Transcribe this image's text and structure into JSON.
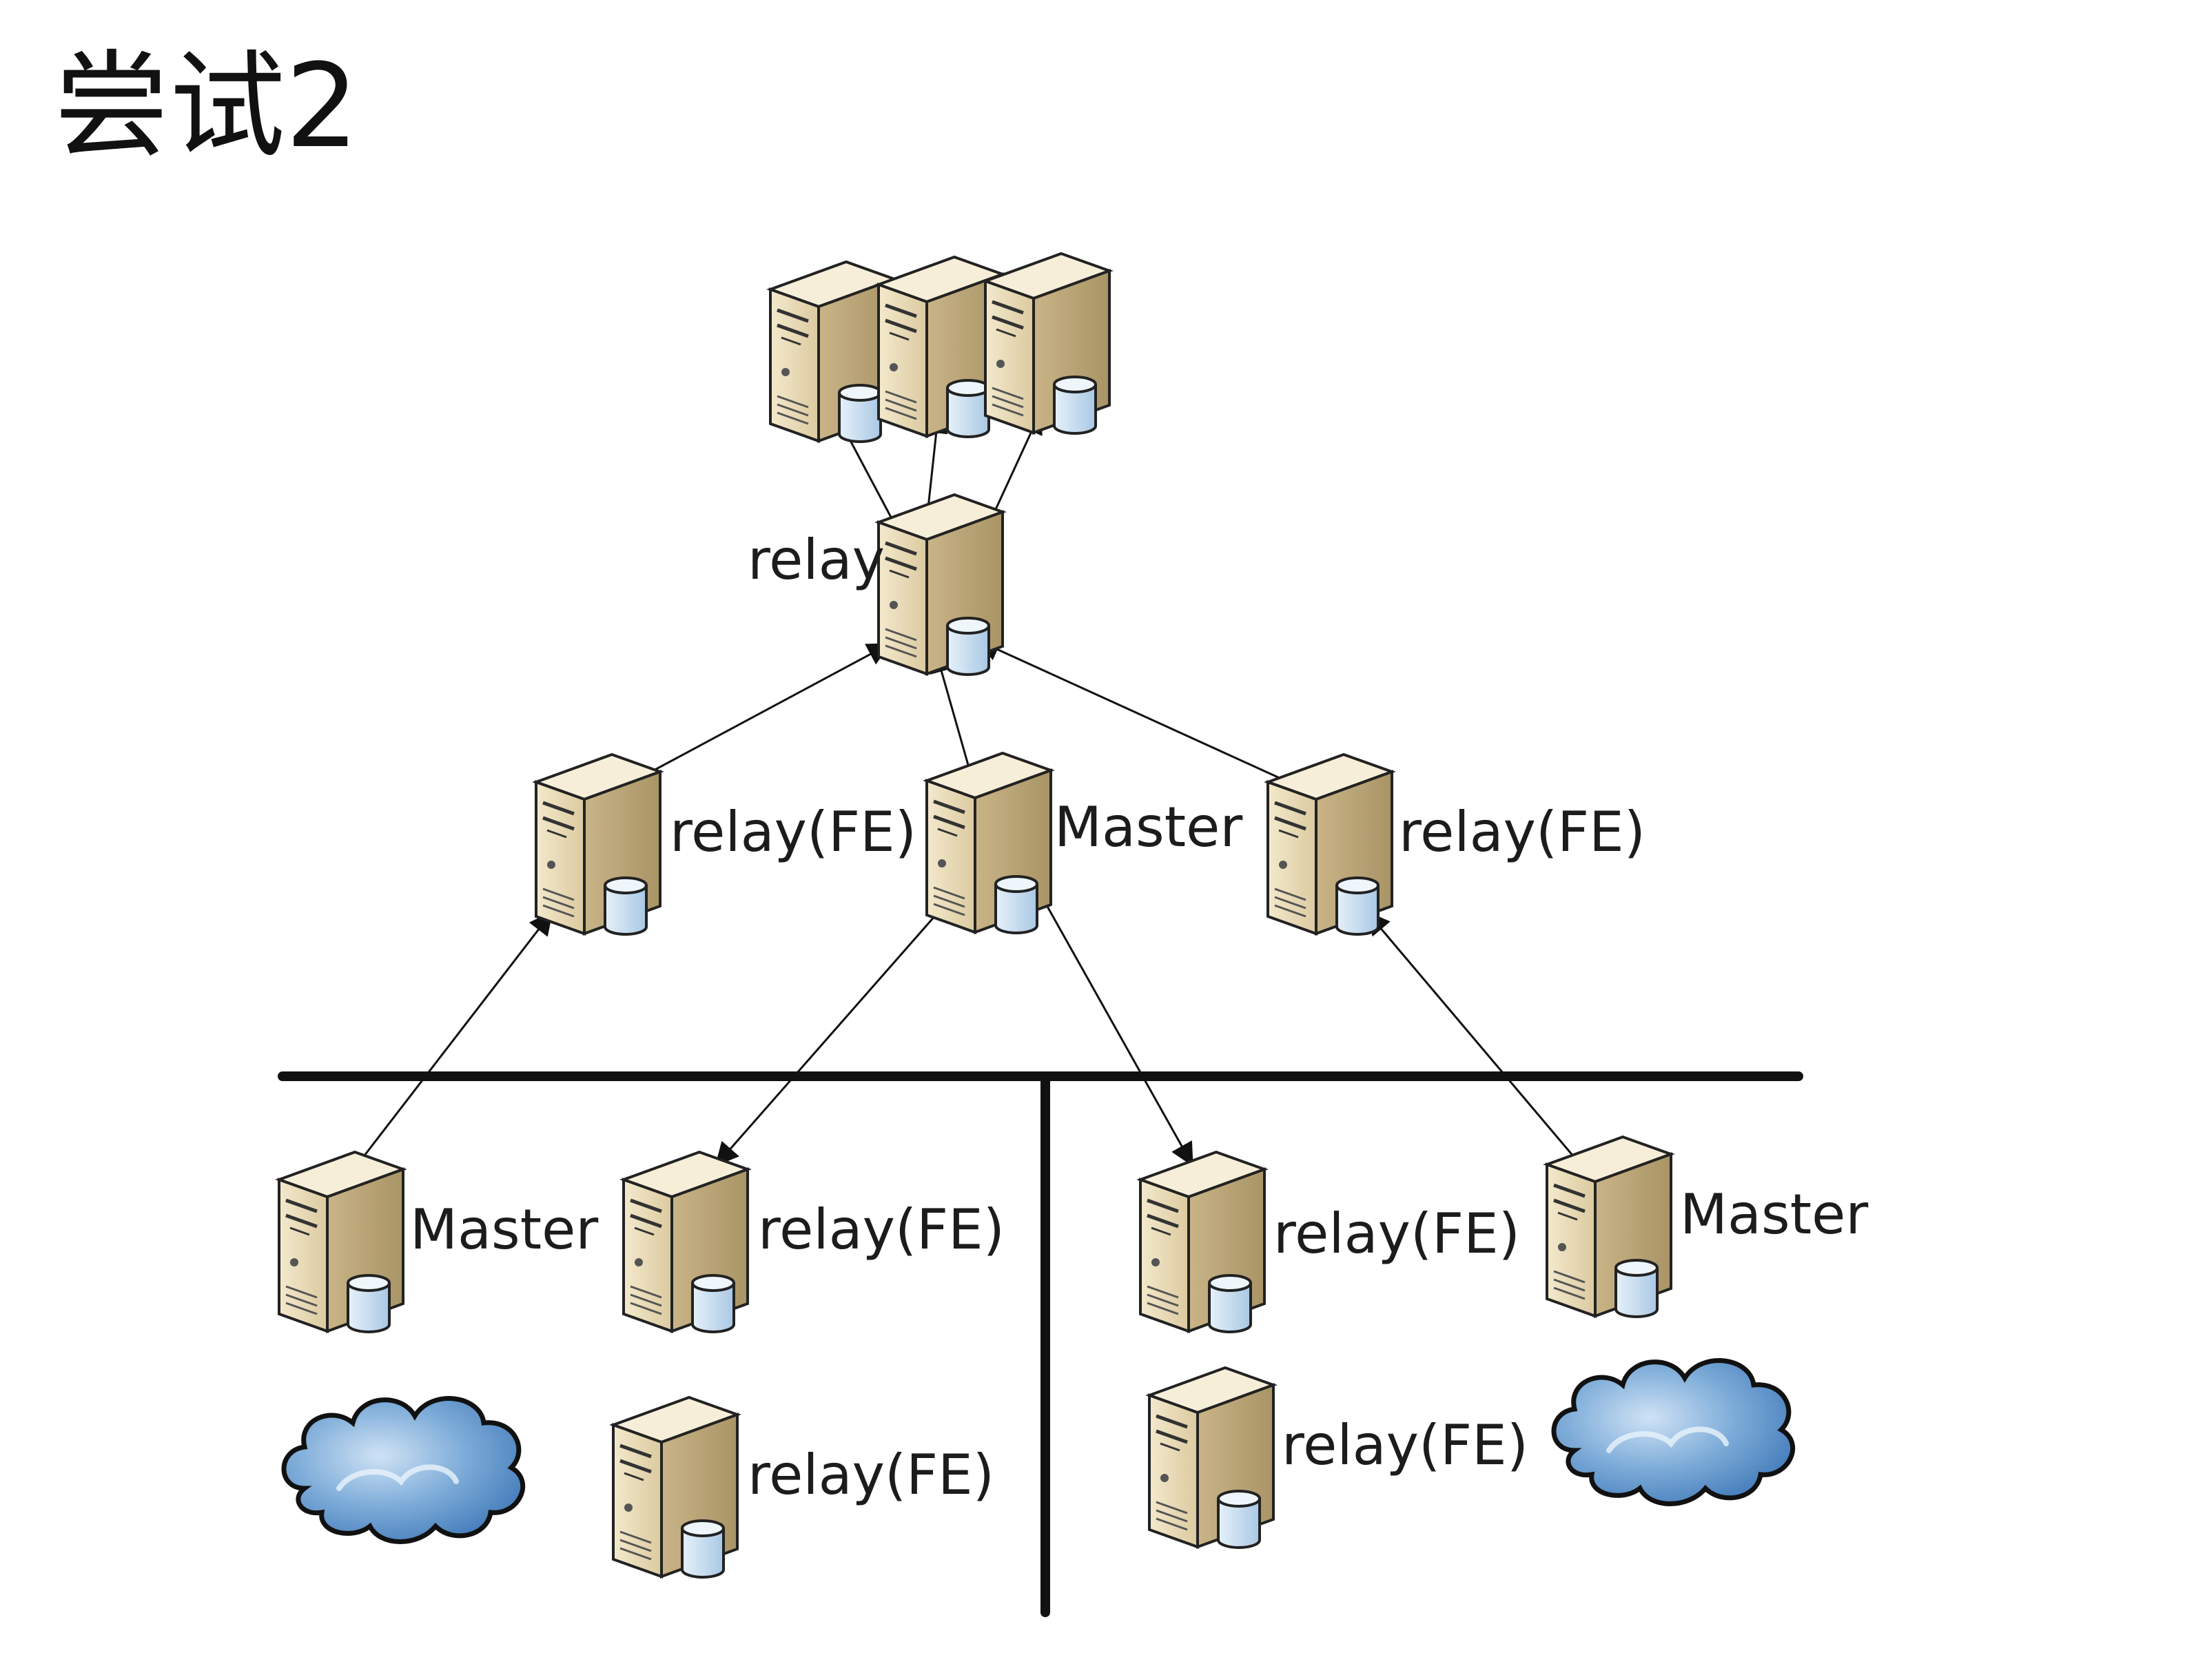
{
  "title": "尝试2",
  "labels": {
    "top_relay": "relay",
    "mid_left": "relay(FE)",
    "mid_center": "Master",
    "mid_right": "relay(FE)",
    "bl_master": "Master",
    "bl_relay": "relay(FE)",
    "bl_relay_lower": "relay(FE)",
    "br_relay": "relay(FE)",
    "br_master": "Master",
    "br_relay_lower": "relay(FE)"
  },
  "colors": {
    "server_front": "#e9dcba",
    "server_side": "#cbb78c",
    "server_top": "#f5ecd3",
    "db": "#cfe3f3",
    "cloud": "#6f9fd0",
    "line": "#111111"
  }
}
